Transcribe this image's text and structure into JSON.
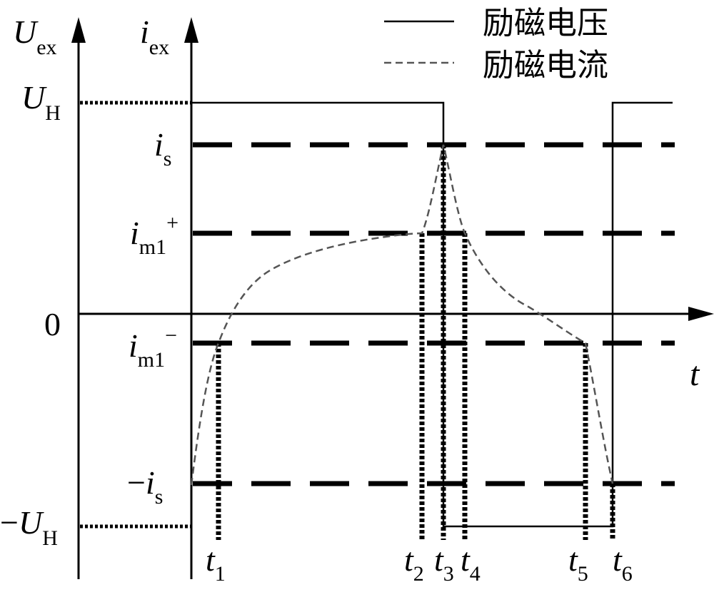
{
  "axes": {
    "voltage_symbol": "U",
    "voltage_sub": "ex",
    "current_symbol": "i",
    "current_sub": "ex",
    "time_label": "t",
    "zero": "0"
  },
  "levels": {
    "UH": {
      "symbol": "U",
      "sub": "H"
    },
    "neg_UH": {
      "prefix": "−",
      "symbol": "U",
      "sub": "H"
    },
    "is": {
      "symbol": "i",
      "sub": "s"
    },
    "neg_is": {
      "prefix": "−",
      "symbol": "i",
      "sub": "s"
    },
    "im1_plus": {
      "symbol": "i",
      "sub": "m1",
      "sup": "+"
    },
    "im1_minus": {
      "symbol": "i",
      "sub": "m1",
      "sup": "−"
    }
  },
  "times": [
    {
      "symbol": "t",
      "sub": "1"
    },
    {
      "symbol": "t",
      "sub": "2"
    },
    {
      "symbol": "t",
      "sub": "3"
    },
    {
      "symbol": "t",
      "sub": "4"
    },
    {
      "symbol": "t",
      "sub": "5"
    },
    {
      "symbol": "t",
      "sub": "6"
    }
  ],
  "legend": {
    "voltage": "励磁电压",
    "current": "励磁电流"
  },
  "colors": {
    "line": "#000000",
    "current_curve": "#555555"
  }
}
